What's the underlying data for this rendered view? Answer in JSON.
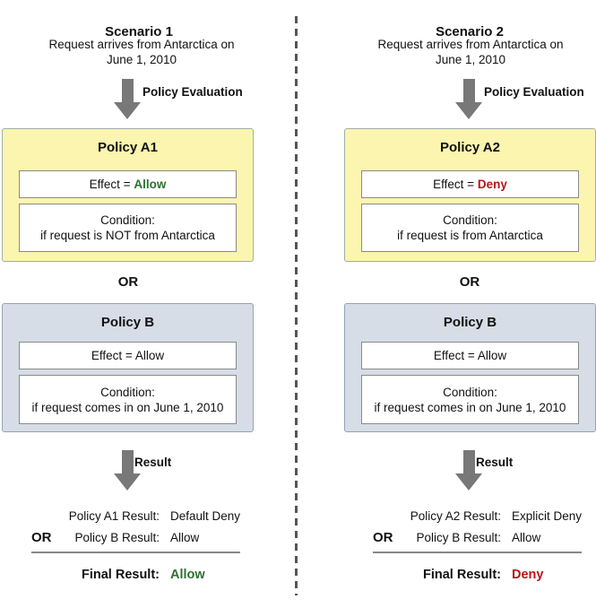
{
  "colors": {
    "policy_a_bg": "#FBF5AF",
    "policy_a_border": "#9FAFA7",
    "policy_b_bg": "#D6DDE6",
    "policy_b_border": "#93A4B4",
    "inner_box_border": "#8A8A8A",
    "arrow_gray": "#787878",
    "divider_gray": "#555555",
    "allow_green": "#2E7031",
    "deny_red": "#BB1414",
    "text_black": "#111111",
    "rule_gray": "#888888"
  },
  "scenarios": [
    {
      "title": "Scenario 1",
      "request": {
        "line1": "Request arrives from Antarctica on",
        "line2": "June 1, 2010"
      },
      "eval_arrow_label": "Policy Evaluation",
      "policy_a": {
        "title": "Policy A1",
        "effect_prefix": "Effect =",
        "effect_value": "Allow",
        "condition_line1": "Condition:",
        "condition_line2": "if request is NOT from Antarctica"
      },
      "or_label": "OR",
      "policy_b": {
        "title": "Policy B",
        "effect_text": "Effect = Allow",
        "condition_line1": "Condition:",
        "condition_line2": "if request comes in on June 1, 2010"
      },
      "result_arrow_label": "Result",
      "results": {
        "row1_label": "Policy A1 Result:",
        "row1_value": "Default Deny",
        "or_label": "OR",
        "row2_label": "Policy B Result:",
        "row2_value": "Allow",
        "final_label": "Final Result:",
        "final_value": "Allow"
      }
    },
    {
      "title": "Scenario 2",
      "request": {
        "line1": "Request arrives from Antarctica on",
        "line2": "June 1, 2010"
      },
      "eval_arrow_label": "Policy Evaluation",
      "policy_a": {
        "title": "Policy A2",
        "effect_prefix": "Effect =",
        "effect_value": "Deny",
        "condition_line1": "Condition:",
        "condition_line2": "if request is from Antarctica"
      },
      "or_label": "OR",
      "policy_b": {
        "title": "Policy B",
        "effect_text": "Effect = Allow",
        "condition_line1": "Condition:",
        "condition_line2": "if request comes in on June 1, 2010"
      },
      "result_arrow_label": "Result",
      "results": {
        "row1_label": "Policy A2 Result:",
        "row1_value": "Explicit Deny",
        "or_label": "OR",
        "row2_label": "Policy B Result:",
        "row2_value": "Allow",
        "final_label": "Final Result:",
        "final_value": "Deny"
      }
    }
  ]
}
